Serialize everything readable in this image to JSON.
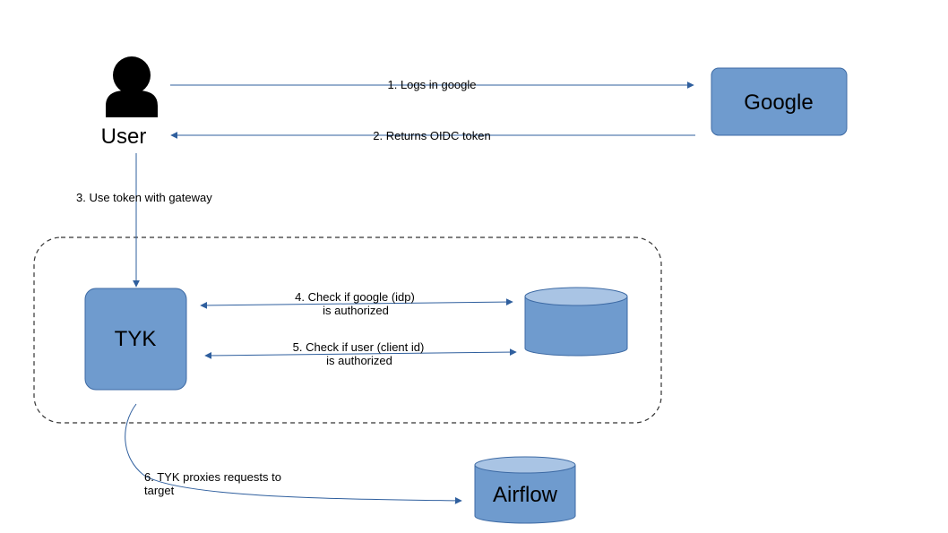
{
  "colors": {
    "box_fill": "#6f9bce",
    "box_stroke": "#3d6aa4",
    "cyl_top": "#a9c4e4",
    "edge": "#2f5f9e",
    "boundary": "#333333"
  },
  "nodes": {
    "user": {
      "label": "User",
      "icon": "user-icon"
    },
    "google": {
      "label": "Google"
    },
    "tyk": {
      "label": "TYK"
    },
    "database": {
      "label": ""
    },
    "airflow": {
      "label": "Airflow"
    }
  },
  "edges": {
    "e1": {
      "line1": "1. Logs in google"
    },
    "e2": {
      "line1": "2. Returns OIDC token"
    },
    "e3": {
      "line1": "3. Use token with gateway"
    },
    "e4": {
      "line1": "4. Check if google (idp)",
      "line2": "is authorized"
    },
    "e5": {
      "line1": "5. Check if user (client id)",
      "line2": "is authorized"
    },
    "e6": {
      "line1": "6. TYK proxies requests to",
      "line2": "target"
    }
  }
}
